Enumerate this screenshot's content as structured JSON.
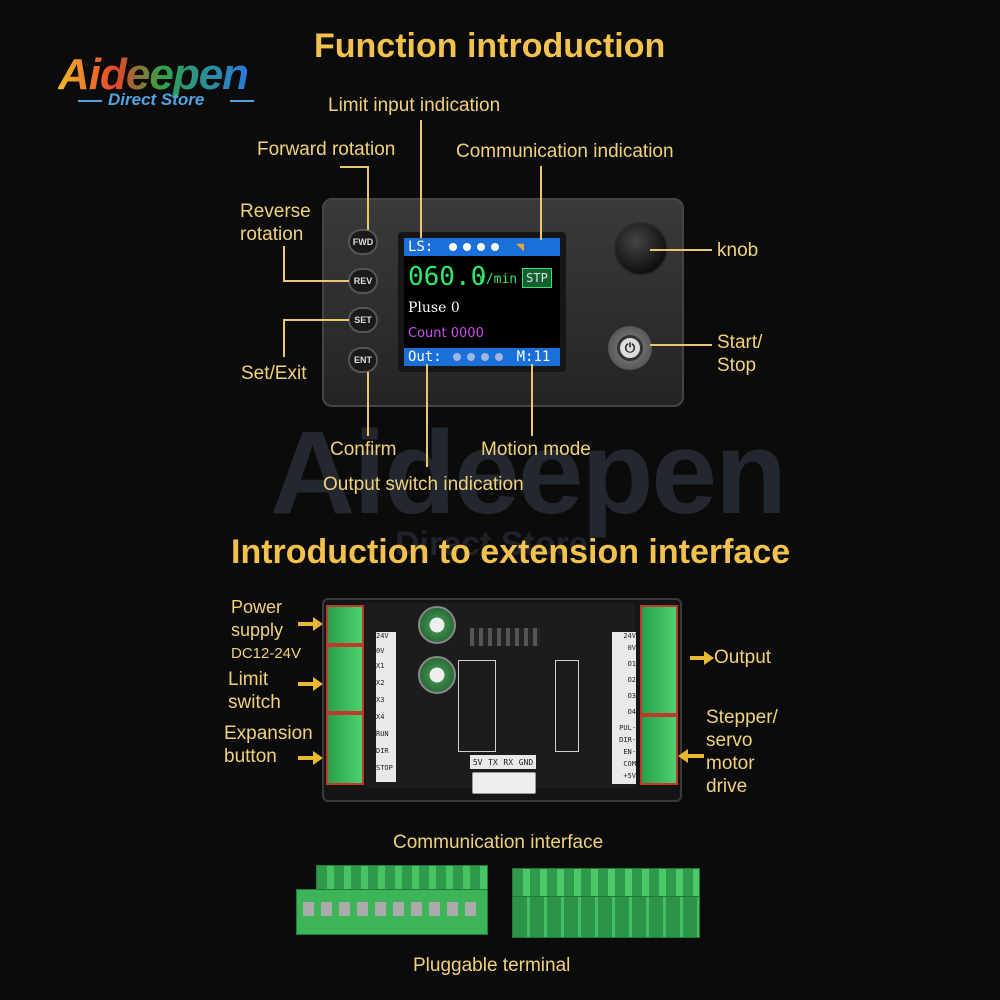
{
  "logo": {
    "brand": "Aideepen",
    "sub": "Direct Store"
  },
  "headings": {
    "function": "Function introduction",
    "extension": "Introduction to extension interface"
  },
  "function_labels": {
    "limit_input": "Limit input indication",
    "forward": "Forward rotation",
    "communication_ind": "Communication indication",
    "reverse_1": "Reverse",
    "reverse_2": "rotation",
    "knob": "knob",
    "start_1": "Start/",
    "start_2": "Stop",
    "set_exit": "Set/Exit",
    "confirm": "Confirm",
    "motion_mode": "Motion mode",
    "output_switch": "Output switch indication"
  },
  "device": {
    "buttons": [
      "FWD",
      "REV",
      "SET",
      "ENT"
    ],
    "screen": {
      "top_label": "LS:",
      "speed": "060.0",
      "unit": "r/min",
      "status": "STP",
      "pluse_label": "Pluse",
      "pluse_value": "0",
      "count_label": "Count",
      "count_value": "0000",
      "out_label": "Out:",
      "mode": "M:11"
    }
  },
  "extension_labels": {
    "power_1": "Power",
    "power_2": "supply",
    "power_3": "DC12-24V",
    "limit_1": "Limit",
    "limit_2": "switch",
    "expansion_1": "Expansion",
    "expansion_2": "button",
    "output": "Output",
    "stepper_1": "Stepper/",
    "stepper_2": "servo",
    "stepper_3": "motor",
    "stepper_4": "drive",
    "communication_interface": "Communication interface",
    "pluggable": "Pluggable terminal"
  },
  "board": {
    "left_pins": [
      "24V",
      "0V",
      "X1",
      "X2",
      "X3",
      "X4",
      "RUN",
      "DIR",
      "STOP"
    ],
    "right_pins": [
      "24V",
      "0V",
      "O1",
      "O2",
      "O3",
      "O4",
      "PUL-",
      "DIR-",
      "EN-",
      "COM",
      "+5V"
    ],
    "comm_pins": [
      "5V",
      "TX",
      "RX",
      "GND"
    ]
  },
  "colors": {
    "heading": "#f2c14e",
    "label": "#f0d27a",
    "arrow": "#e8b830",
    "screen_bar": "#1a6fd8",
    "speed": "#2ee86a",
    "count": "#d04ef0",
    "terminal": "#3cc060"
  }
}
